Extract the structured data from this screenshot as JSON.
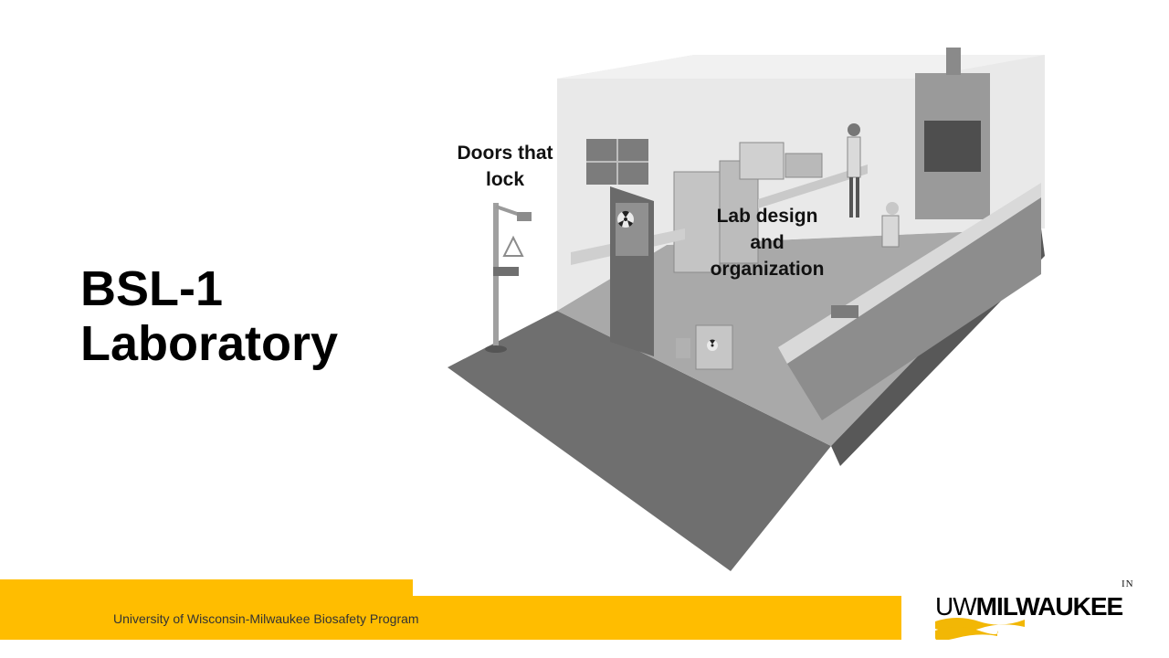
{
  "slide": {
    "title": "BSL-1\nLaboratory"
  },
  "callouts": {
    "doors": "Doors that\nlock",
    "design": "Lab design\nand\norganization"
  },
  "footer": {
    "text": "University of Wisconsin-Milwaukee Biosafety Program"
  },
  "logo": {
    "in": "IN",
    "uw": "UW",
    "milwaukee": "MILWAUKEE"
  },
  "colors": {
    "accent": "#ffbd00",
    "logo_gold": "#f2b705"
  },
  "icons": [
    "radiation-hazard-icon",
    "eyewash-station-icon"
  ]
}
